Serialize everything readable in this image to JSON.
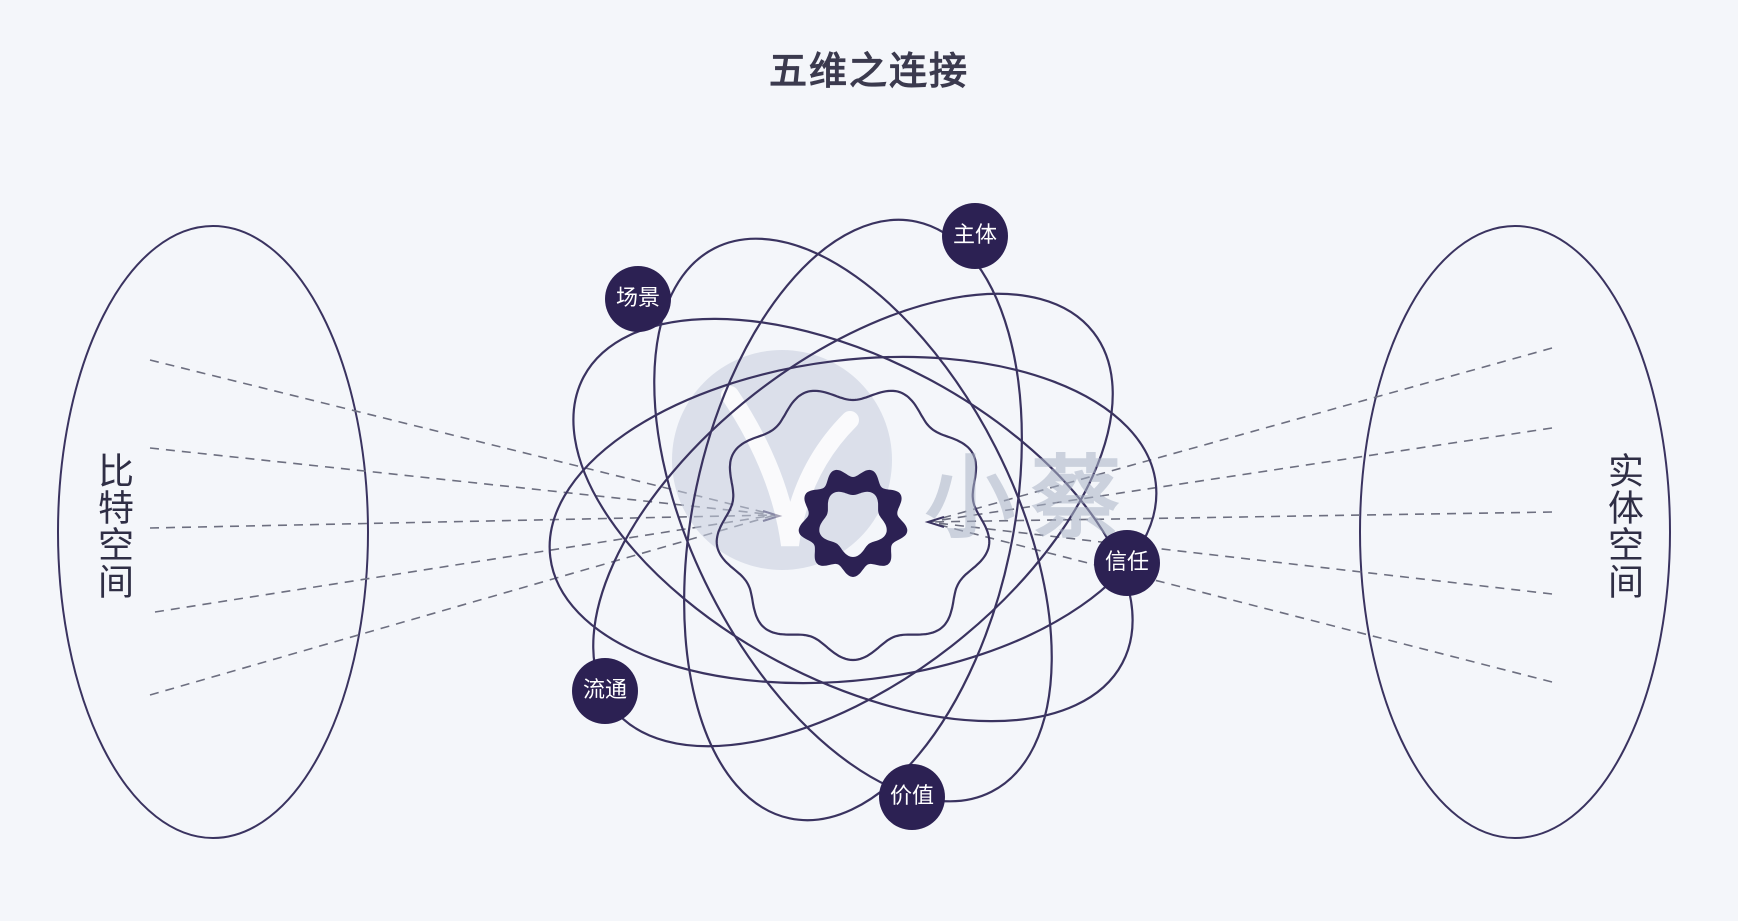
{
  "title": "五维之连接",
  "left_space_label": "比特空间",
  "right_space_label": "实体空间",
  "dimensions": [
    "主体",
    "场景",
    "信任",
    "流通",
    "价值"
  ],
  "watermark_text": "小蔡",
  "colors": {
    "background": "#f4f6fa",
    "line": "#3a3360",
    "node": "#2c2153",
    "node_text": "#ffffff",
    "dashed": "#6d6f80",
    "watermark": "#aab2c4"
  }
}
